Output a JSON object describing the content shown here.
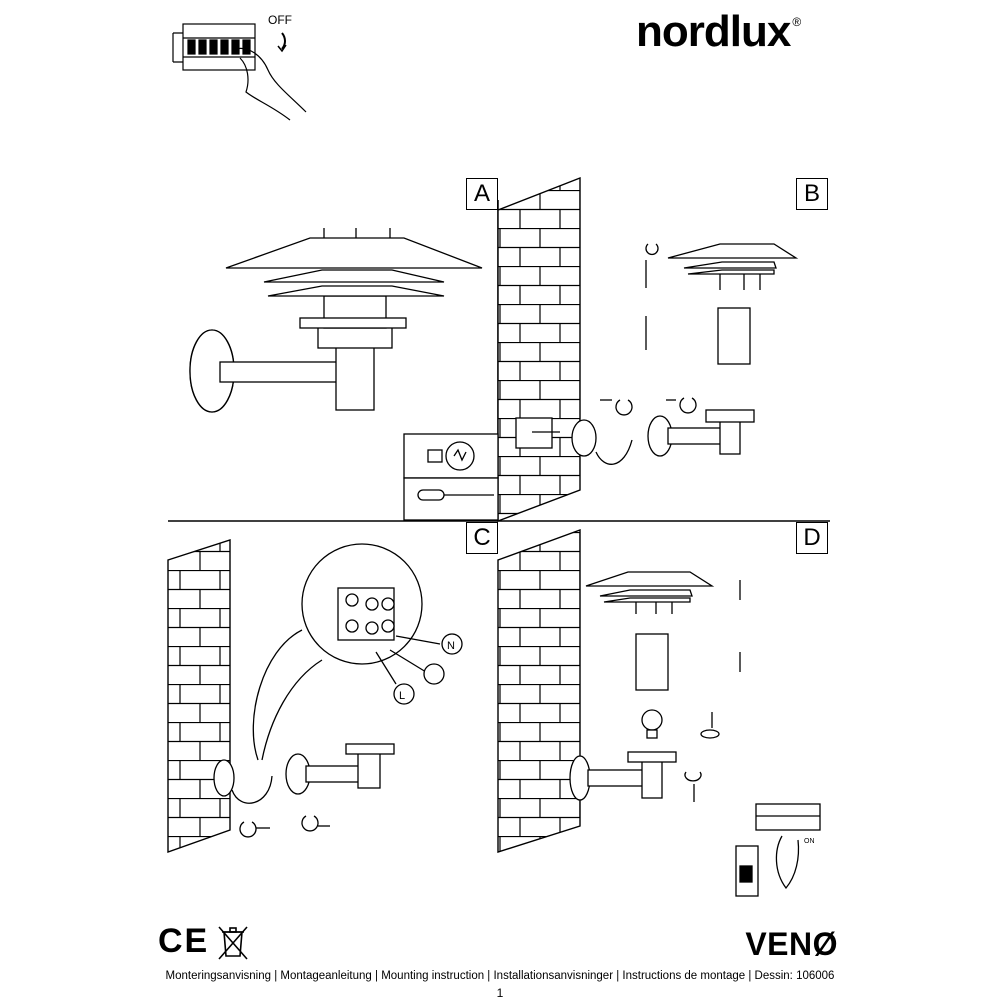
{
  "brand": {
    "name": "nordlux",
    "registered": "®"
  },
  "switch_illustration": {
    "off_label": "OFF",
    "on_label": "ON"
  },
  "panels": [
    {
      "label": "A"
    },
    {
      "label": "B"
    },
    {
      "label": "C"
    },
    {
      "label": "D"
    }
  ],
  "wiring": {
    "neutral": "N",
    "live": "L"
  },
  "product": {
    "name": "VENØ"
  },
  "certification": {
    "ce": "CE"
  },
  "footer": {
    "instructions": "Monteringsanvisning | Montageanleitung | Mounting instruction | Installationsanvisninger | Instructions de montage | Dessin: 106006",
    "page": "1"
  }
}
